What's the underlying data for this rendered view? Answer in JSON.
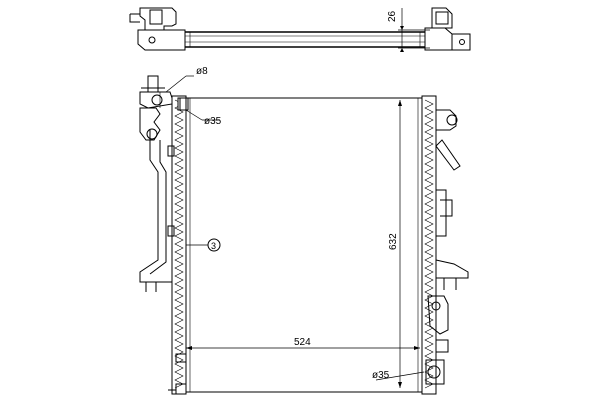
{
  "drawing": {
    "title": "",
    "labels": {
      "dim_width": "524",
      "dim_height": "632",
      "dim_depth": "26",
      "dia_top_inlet": "ø35",
      "dia_bottom_outlet": "ø35",
      "dia_cap": "ø8",
      "callout_number": "3"
    }
  }
}
